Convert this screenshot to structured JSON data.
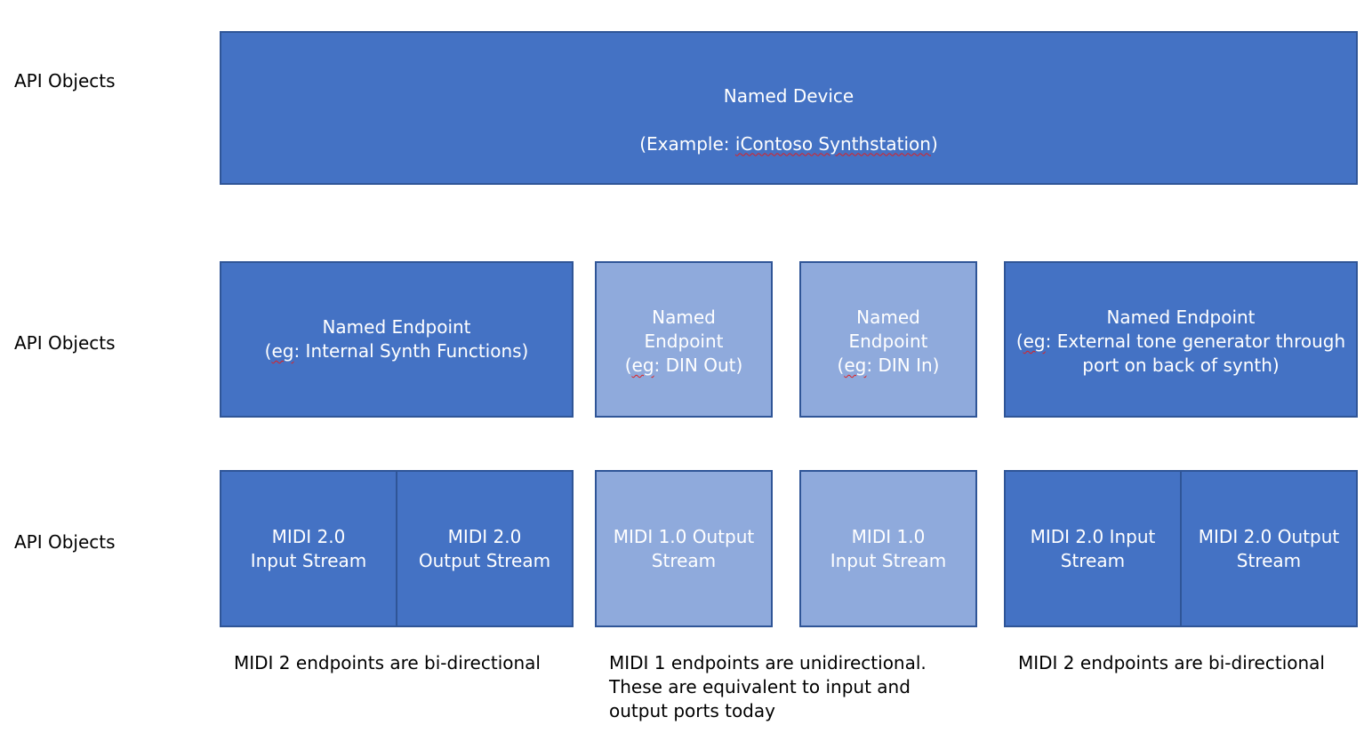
{
  "labels": {
    "row1": "API Objects",
    "row2": "API Objects",
    "row3": "API Objects"
  },
  "device": {
    "line1": "Named Device",
    "line2_prefix": "(Example: ",
    "line2_name": "iContoso Synthstation",
    "line2_suffix": ")"
  },
  "endpoints": {
    "internal": {
      "line1": "Named Endpoint",
      "eg": "eg",
      "rest": ": Internal Synth Functions)"
    },
    "din_out": {
      "line1": "Named",
      "line2": "Endpoint",
      "eg": "eg",
      "rest": ": DIN Out)"
    },
    "din_in": {
      "line1": "Named",
      "line2": "Endpoint",
      "eg": "eg",
      "rest": ": DIN In)"
    },
    "external": {
      "line1": "Named Endpoint",
      "eg": "eg",
      "rest": ": External tone generator through",
      "line3": "port on back of synth)"
    }
  },
  "streams": {
    "s1": "MIDI 2.0\nInput Stream",
    "s2": "MIDI 2.0\nOutput Stream",
    "s3": "MIDI 1.0 Output\nStream",
    "s4": "MIDI 1.0\nInput Stream",
    "s5": "MIDI 2.0 Input\nStream",
    "s6": "MIDI 2.0 Output\nStream"
  },
  "notes": {
    "left": "MIDI 2 endpoints are bi-directional",
    "middle": "MIDI 1 endpoints are unidirectional.\nThese are equivalent to input and\noutput ports today",
    "right": "MIDI 2 endpoints are bi-directional"
  },
  "colors": {
    "dark_box": "#4472c4",
    "light_box": "#8faadc",
    "border": "#2f5597",
    "spellcheck_underline": "#e02020"
  }
}
